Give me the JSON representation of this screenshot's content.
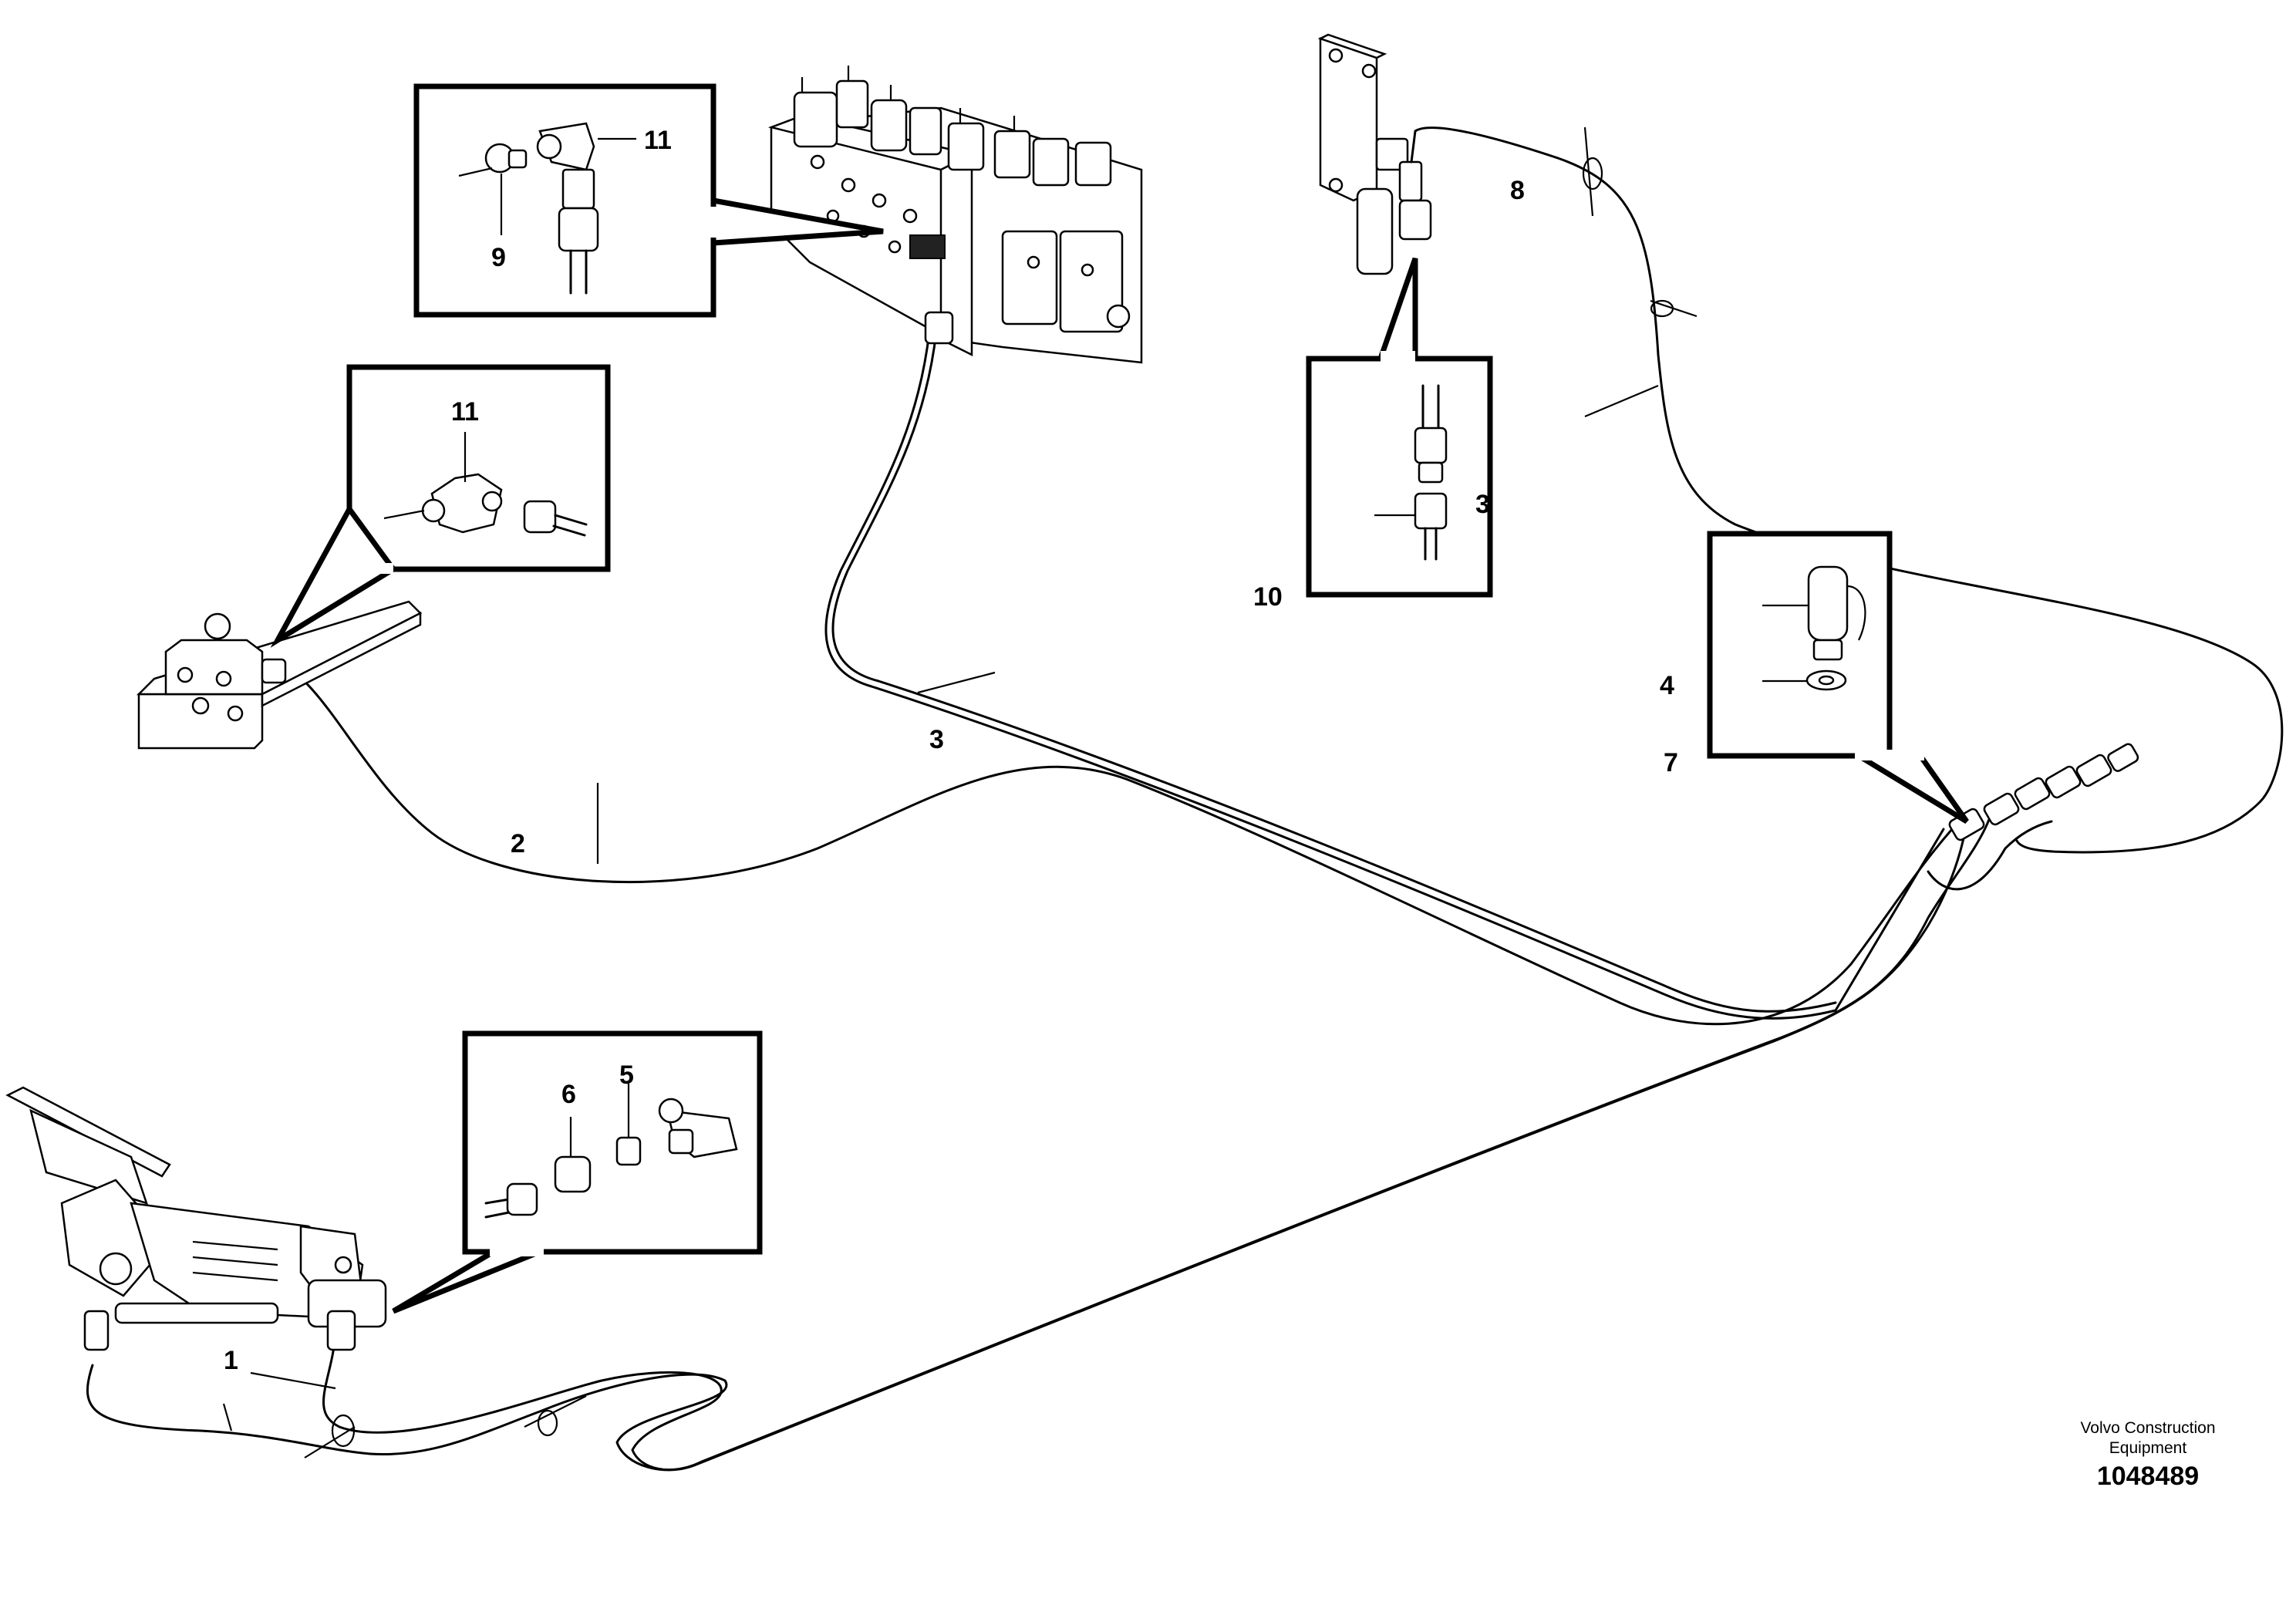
{
  "callouts": {
    "c1": "1",
    "c2": "2",
    "c3": "3",
    "c3b": "3",
    "c4": "4",
    "c5": "5",
    "c6": "6",
    "c7": "7",
    "c8": "8",
    "c9": "9",
    "c10": "10",
    "c11a": "11",
    "c11b": "11"
  },
  "brand": {
    "line1": "Volvo Construction",
    "line2": "Equipment"
  },
  "figure_number": "1048489"
}
